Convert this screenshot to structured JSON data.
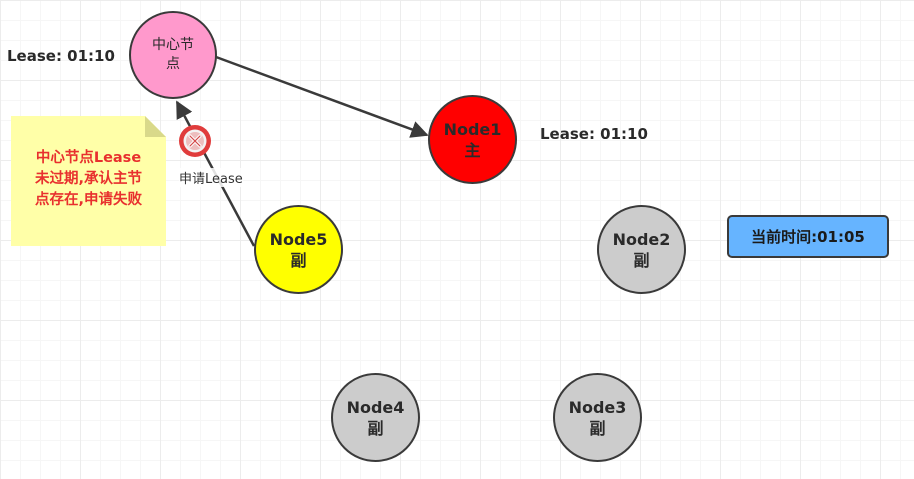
{
  "center_node": {
    "label": "中心节点",
    "lease": "Lease: 01:10",
    "color": "#ff99cc"
  },
  "nodes": [
    {
      "id": "node1",
      "name": "Node1",
      "role": "主",
      "color": "#ff0000",
      "lease": "Lease: 01:10"
    },
    {
      "id": "node2",
      "name": "Node2",
      "role": "副",
      "color": "#cccccc"
    },
    {
      "id": "node3",
      "name": "Node3",
      "role": "副",
      "color": "#cccccc"
    },
    {
      "id": "node4",
      "name": "Node4",
      "role": "副",
      "color": "#cccccc"
    },
    {
      "id": "node5",
      "name": "Node5",
      "role": "副",
      "color": "#ffff00"
    }
  ],
  "edges": [
    {
      "from": "center_node",
      "to": "node1",
      "label": ""
    },
    {
      "from": "node5",
      "to": "center_node",
      "label": "申请Lease",
      "status": "failed"
    }
  ],
  "note": {
    "lines": [
      "中心节点Lease",
      "未过期,承认主节",
      "点存在,申请失败"
    ],
    "color": "#ffffa8",
    "text_color": "#e8302e"
  },
  "current_time": {
    "text": "当前时间:01:05",
    "color": "#66b4ff"
  },
  "icons": {
    "failed_request": "error-x-icon"
  }
}
